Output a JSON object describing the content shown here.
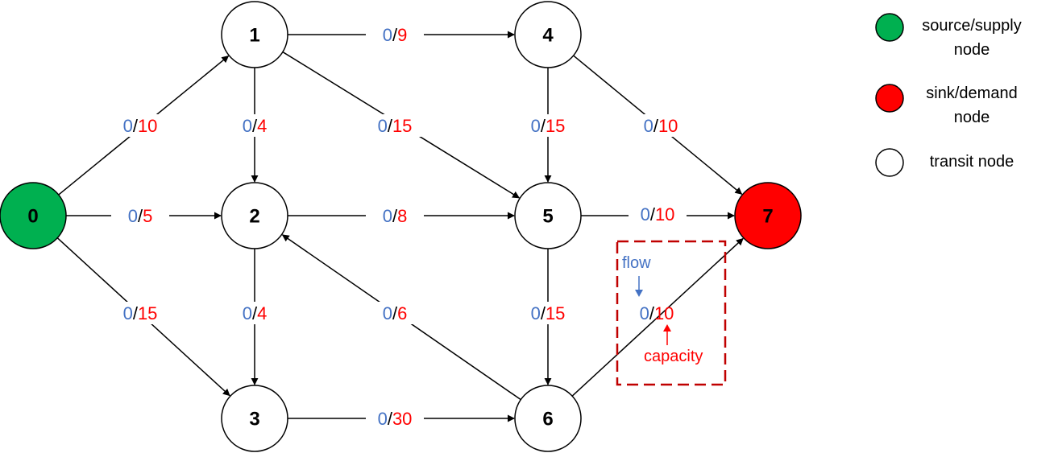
{
  "colors": {
    "flow": "#4472C4",
    "capacity": "#FF0000",
    "source_fill": "#00B050",
    "sink_fill": "#FF0000",
    "transit_fill": "#FFFFFF",
    "highlight_box": "#C00000"
  },
  "nodes": [
    {
      "id": "0",
      "type": "source"
    },
    {
      "id": "1",
      "type": "transit"
    },
    {
      "id": "2",
      "type": "transit"
    },
    {
      "id": "3",
      "type": "transit"
    },
    {
      "id": "4",
      "type": "transit"
    },
    {
      "id": "5",
      "type": "transit"
    },
    {
      "id": "6",
      "type": "transit"
    },
    {
      "id": "7",
      "type": "sink"
    }
  ],
  "edges": [
    {
      "from": "0",
      "to": "1",
      "flow": "0",
      "capacity": "10"
    },
    {
      "from": "0",
      "to": "2",
      "flow": "0",
      "capacity": "5"
    },
    {
      "from": "0",
      "to": "3",
      "flow": "0",
      "capacity": "15"
    },
    {
      "from": "1",
      "to": "4",
      "flow": "0",
      "capacity": "9"
    },
    {
      "from": "1",
      "to": "2",
      "flow": "0",
      "capacity": "4"
    },
    {
      "from": "1",
      "to": "5",
      "flow": "0",
      "capacity": "15"
    },
    {
      "from": "2",
      "to": "5",
      "flow": "0",
      "capacity": "8"
    },
    {
      "from": "2",
      "to": "3",
      "flow": "0",
      "capacity": "4"
    },
    {
      "from": "3",
      "to": "6",
      "flow": "0",
      "capacity": "30"
    },
    {
      "from": "4",
      "to": "5",
      "flow": "0",
      "capacity": "15"
    },
    {
      "from": "4",
      "to": "7",
      "flow": "0",
      "capacity": "10"
    },
    {
      "from": "5",
      "to": "7",
      "flow": "0",
      "capacity": "10"
    },
    {
      "from": "5",
      "to": "6",
      "flow": "0",
      "capacity": "15"
    },
    {
      "from": "6",
      "to": "2",
      "flow": "0",
      "capacity": "6"
    },
    {
      "from": "6",
      "to": "7",
      "flow": "0",
      "capacity": "10"
    }
  ],
  "annotation": {
    "flow_label": "flow",
    "capacity_label": "capacity"
  },
  "legend": {
    "source": [
      "source/supply",
      "node"
    ],
    "sink": [
      "sink/demand",
      "node"
    ],
    "transit": [
      "transit node"
    ]
  }
}
